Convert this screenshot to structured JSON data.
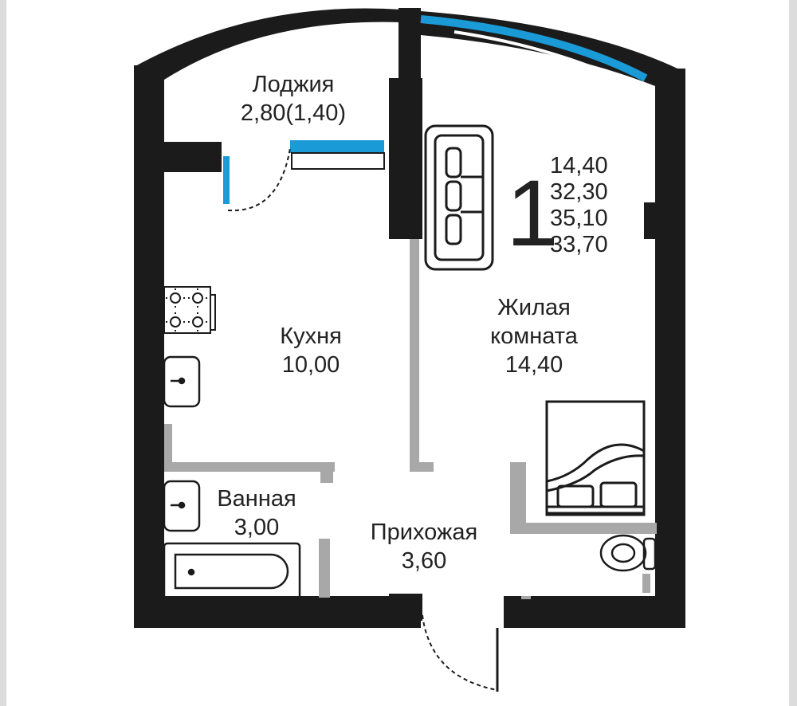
{
  "colors": {
    "wall": "#1b1b1b",
    "glazing": "#1a9ad6",
    "partition": "#a8a8a8",
    "background": "#ffffff",
    "text": "#222222"
  },
  "rooms": [
    {
      "name": "Лоджия",
      "area": "2,80(1,40)"
    },
    {
      "name": "Кухня",
      "area": "10,00"
    },
    {
      "name": "Жилая комната",
      "name_line1": "Жилая",
      "name_line2": "комната",
      "area": "14,40"
    },
    {
      "name": "Ванная",
      "area": "3,00"
    },
    {
      "name": "Прихожая",
      "area": "3,60"
    }
  ],
  "apartment": {
    "room_count": "1",
    "areas": [
      "14,40",
      "32,30",
      "35,10",
      "33,70"
    ]
  },
  "fixtures": [
    "sofa-icon",
    "bed-icon",
    "stove-icon",
    "kitchen-sink-icon",
    "bathroom-sink-icon",
    "bathtub-icon",
    "toilet-icon",
    "door-swing-icon"
  ]
}
